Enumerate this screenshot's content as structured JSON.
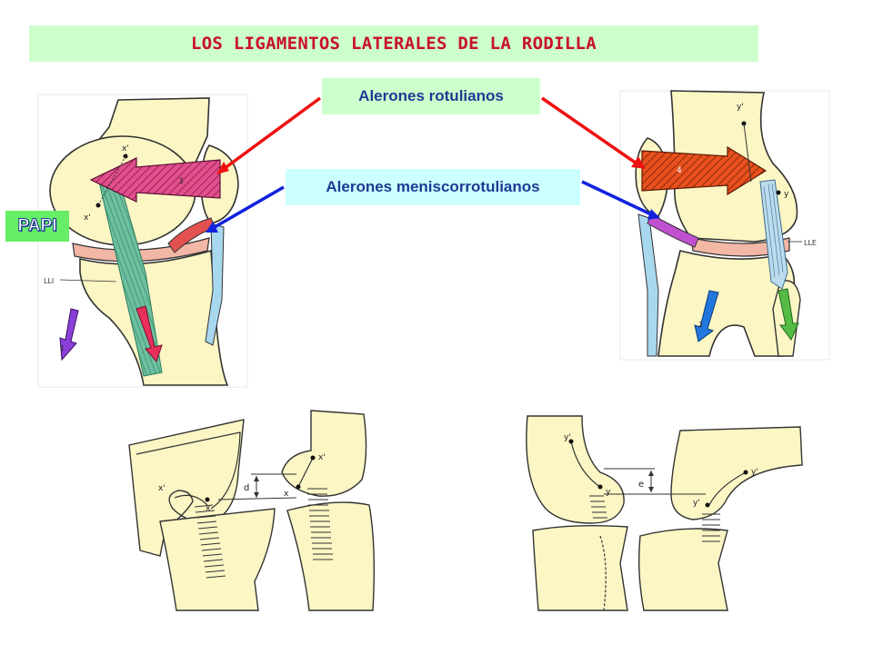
{
  "title": "LOS LIGAMENTOS LATERALES DE LA RODILLA",
  "labels": {
    "alerones_rotulianos": "Alerones rotulianos",
    "alerones_meniscorrotulianos": "Alerones meniscorrotulianos",
    "papi": "PAPI"
  },
  "left_knee": {
    "ligament_label": "LLI",
    "points": {
      "x_prime": "x'",
      "x": "x'"
    },
    "numbers": {
      "n3": "3",
      "n1": "1"
    }
  },
  "right_knee": {
    "ligament_label": "LLE",
    "points": {
      "y_prime": "y'",
      "y": "y"
    },
    "numbers": {
      "n4": "4",
      "n2": "2"
    }
  },
  "bottom_left": {
    "points": {
      "x1": "x'",
      "x2": "x",
      "x3": "x'",
      "x4": "x"
    },
    "distance": "d"
  },
  "bottom_right": {
    "points": {
      "y1": "y'",
      "y2": "y",
      "y3": "y'",
      "y4": "y'"
    },
    "distance": "e"
  },
  "colors": {
    "bone": "#fbf6c4",
    "title_bg": "#ccffcc",
    "title_text": "#c8102e",
    "label_text": "#1f3a93",
    "label_men_bg": "#ccffff",
    "arrow_red": "#ee1111",
    "arrow_blue": "#1122dd",
    "ligament_green": "#5fb898",
    "ligament_blue": "#a8d8ee"
  }
}
